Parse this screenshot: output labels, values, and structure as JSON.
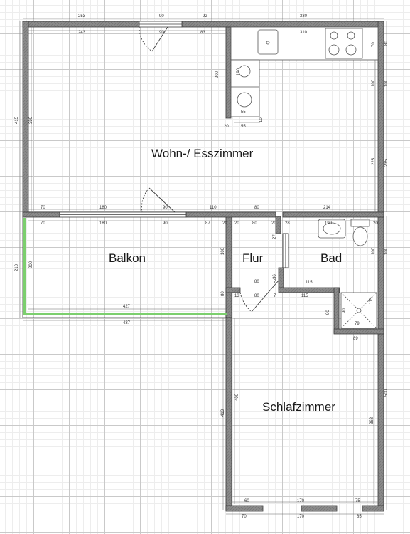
{
  "colors": {
    "wall_fill": "#8a8a8a",
    "wall_edge": "#3d3d3d",
    "balcony_edge": "#7ccf6e",
    "grid_major": "#c9c9c9",
    "grid_minor": "#ededed"
  },
  "rooms": {
    "living": "Wohn-/ Esszimmer",
    "balcony": "Balkon",
    "hall": "Flur",
    "bath": "Bad",
    "bedroom": "Schlafzimmer"
  },
  "dims": {
    "top_ext_1": "253",
    "top_ext_2": "90",
    "top_ext_3": "92",
    "top_ext_4": "330",
    "top_int_1": "243",
    "top_int_2": "90",
    "top_int_3": "83",
    "top_int_4": "310",
    "kitchen_r1": "70",
    "kitchen_r2": "80",
    "left_ext": "415",
    "left_int": "390",
    "kitchen_col_h": "200",
    "stove_180": "190",
    "col_55": "55",
    "col_20": "20",
    "col_55b": "55",
    "col_10": "10",
    "right_100a": "100",
    "right_100b": "100",
    "right_225": "225",
    "right_235": "235",
    "wall_mid_1": "70",
    "wall_mid_2": "180",
    "wall_mid_3": "90",
    "wall_mid_4": "110",
    "wall_mid_5": "80",
    "wall_mid_6": "214",
    "bal_top_1": "70",
    "bal_top_2": "180",
    "bal_top_3": "90",
    "bal_top_4": "87",
    "bal_top_5": "20",
    "bal_top_6": "80",
    "bal_top_7": "20",
    "bal_top_8": "20",
    "bal_top_9": "28",
    "bal_top_10": "20",
    "bal_ext_h": "210",
    "bal_int_h": "200",
    "flur_100": "100",
    "flur_80": "80",
    "flur_13": "13",
    "flur_80b": "80",
    "flur_7": "7",
    "flur_36": "36",
    "flur_27": "27",
    "flur_80c": "80",
    "flur_7b": "7",
    "bath_top": "190",
    "bath_100a": "100",
    "bath_100b": "100",
    "bath_115a": "115",
    "bath_115b": "115",
    "bath_115c": "115",
    "bath_90": "90",
    "bath_90b": "90",
    "bath_79": "79",
    "bath_89": "89",
    "bal_bottom_int": "427",
    "bal_bottom_ext": "437",
    "bed_left_int": "400",
    "bed_left_ext": "413",
    "bed_right_int": "368",
    "bed_right_ext": "500",
    "bed_bot_int_1": "60",
    "bed_bot_int_2": "170",
    "bed_bot_int_3": "75",
    "bed_bot_ext_1": "70",
    "bed_bot_ext_2": "170",
    "bed_bot_ext_3": "85"
  }
}
